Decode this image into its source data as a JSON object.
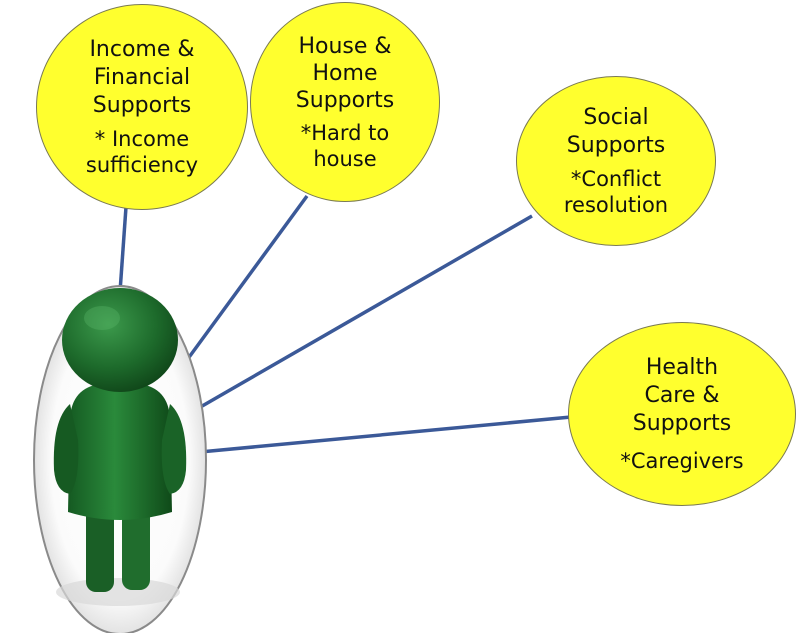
{
  "colors": {
    "bubble_fill": "#ffff2e",
    "connector": "#3b5998",
    "figure_green": "#1f6e2c"
  },
  "figure": {
    "icon": "person-figure-icon"
  },
  "bubbles": {
    "income": {
      "title_lines": [
        "Income &",
        "Financial",
        "Supports"
      ],
      "detail_lines": [
        "* Income",
        "sufficiency"
      ]
    },
    "house": {
      "title_lines": [
        "House &",
        "Home",
        "Supports"
      ],
      "detail_lines": [
        "*Hard to",
        "house"
      ]
    },
    "social": {
      "title_lines": [
        "Social",
        "Supports"
      ],
      "detail_lines": [
        "*Conflict",
        "resolution"
      ]
    },
    "health": {
      "title_lines": [
        "Health",
        "Care &",
        "Supports"
      ],
      "detail_lines": [
        "*Caregivers"
      ]
    }
  }
}
